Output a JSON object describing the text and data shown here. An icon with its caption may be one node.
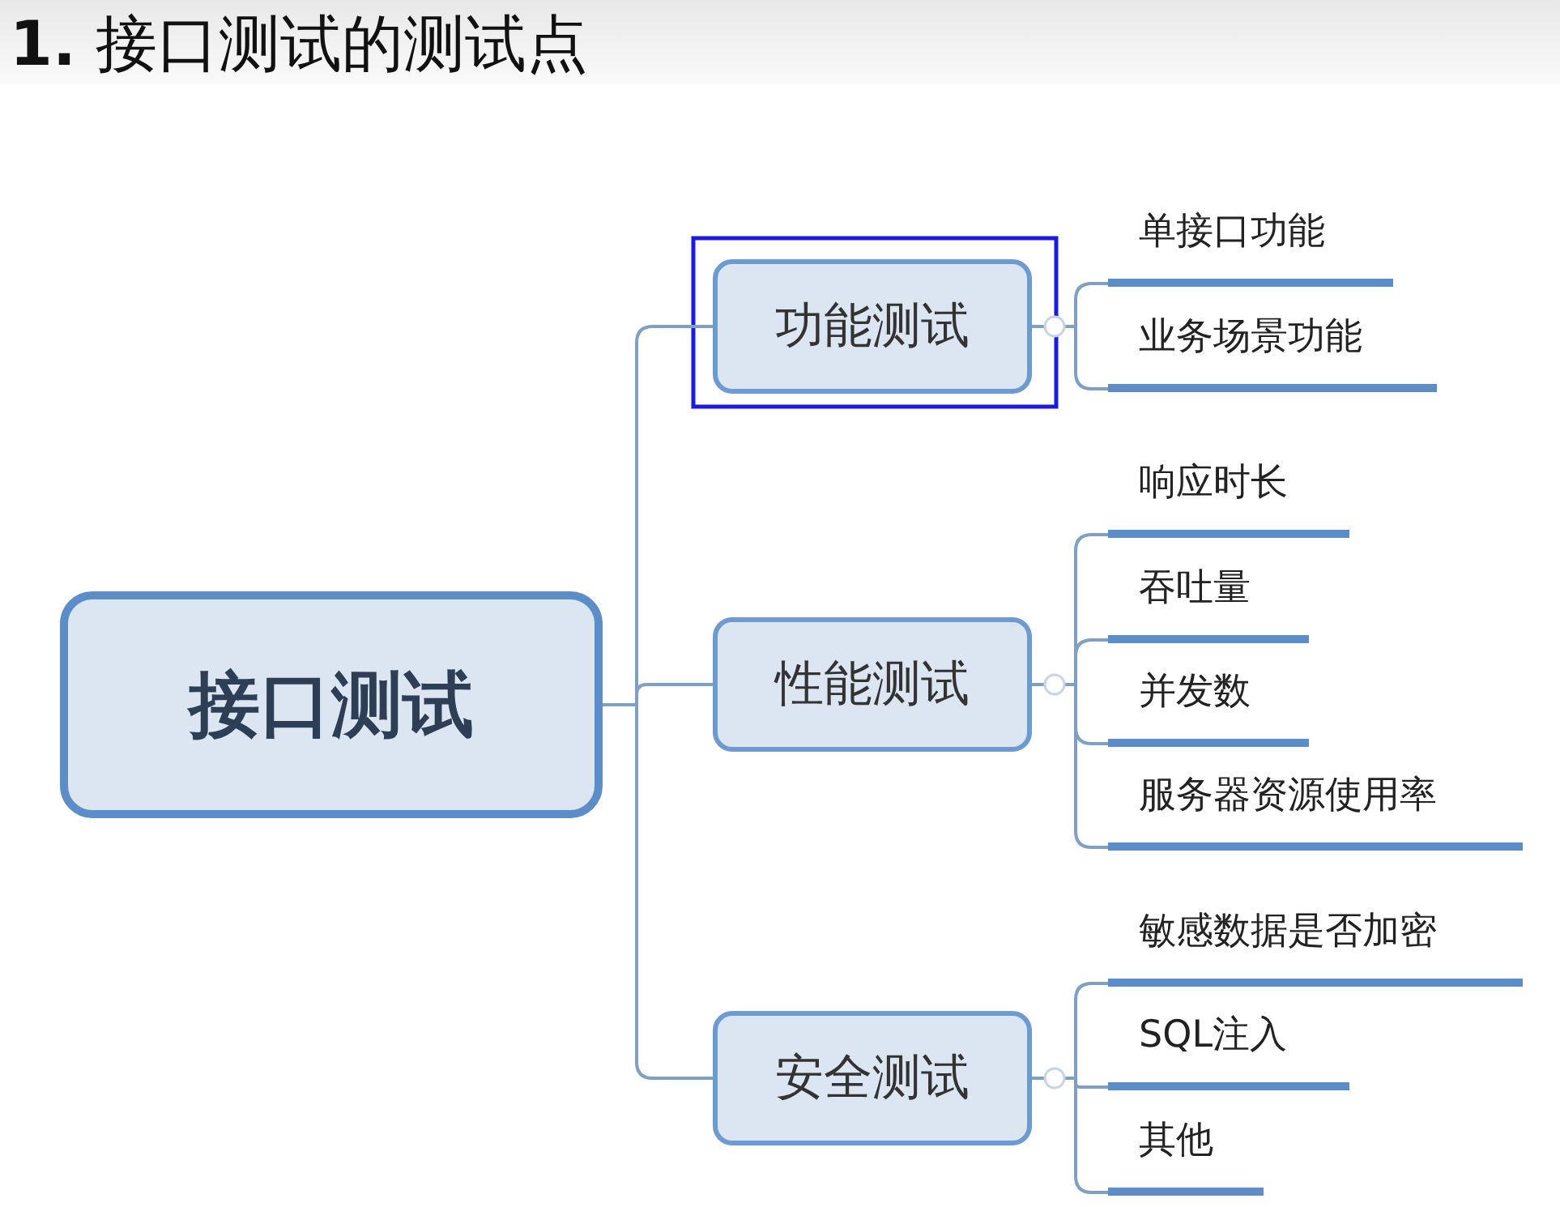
{
  "diagram": {
    "title": "**1.** 接口测试的测试点",
    "nodes": [
      {
        "text": [
          "接口测试"
        ]
      },
      {
        "text": [
          "功能测试"
        ]
      },
      {
        "text": [
          "性能测试"
        ]
      },
      {
        "text": [
          "安全测试"
        ]
      },
      {
        "text": [
          "单接口功能"
        ]
      },
      {
        "text": [
          "业务场景功能"
        ]
      },
      {
        "text": [
          "响应时长"
        ]
      },
      {
        "text": [
          "吞吐量"
        ]
      },
      {
        "text": [
          "并发数"
        ]
      },
      {
        "text": [
          "服务器资源使用率"
        ]
      },
      {
        "text": [
          "敏感数据是否加密"
        ]
      },
      {
        "text": [
          "SQL注入"
        ]
      },
      {
        "text": [
          "其他"
        ]
      }
    ],
    "edges": [
      {
        "from": 0,
        "to": 1,
        "arrow": "none"
      },
      {
        "from": 0,
        "to": 2,
        "arrow": "none"
      },
      {
        "from": 0,
        "to": 3,
        "arrow": "none"
      },
      {
        "from": 1,
        "to": 4,
        "arrow": "none"
      },
      {
        "from": 1,
        "to": 5,
        "arrow": "none"
      },
      {
        "from": 2,
        "to": 6,
        "arrow": "none"
      },
      {
        "from": 2,
        "to": 7,
        "arrow": "none"
      },
      {
        "from": 2,
        "to": 8,
        "arrow": "none"
      },
      {
        "from": 2,
        "to": 9,
        "arrow": "none"
      },
      {
        "from": 3,
        "to": 10,
        "arrow": "none"
      },
      {
        "from": 3,
        "to": 11,
        "arrow": "none"
      },
      {
        "from": 3,
        "to": 12,
        "arrow": "none"
      }
    ]
  }
}
